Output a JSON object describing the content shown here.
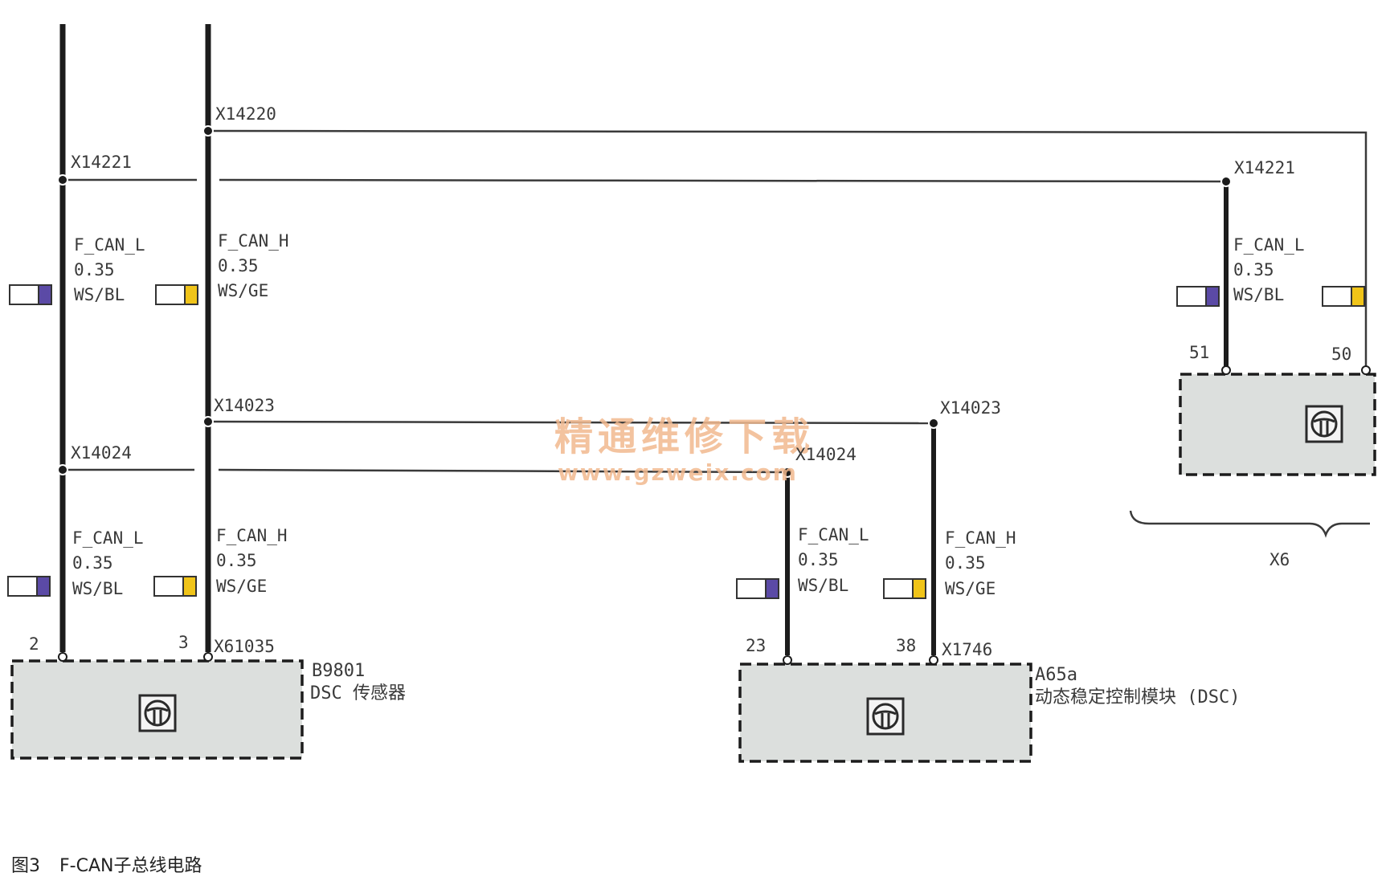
{
  "connectors": {
    "c1": "X14220",
    "c2": "X14221",
    "c3": "X14221",
    "c4": "X14023",
    "c5": "X14024",
    "c6": "X14023",
    "c7": "X14024",
    "c8": "X61035",
    "c9": "X1746",
    "c10": "X6"
  },
  "wires": {
    "w1": {
      "name": "F_CAN_L",
      "size": "0.35",
      "color": "WS/BL"
    },
    "w2": {
      "name": "F_CAN_H",
      "size": "0.35",
      "color": "WS/GE"
    },
    "w3": {
      "name": "F_CAN_L",
      "size": "0.35",
      "color": "WS/BL"
    },
    "w4": {
      "name": "F_CAN_L",
      "size": "0.35",
      "color": "WS/BL"
    },
    "w5": {
      "name": "F_CAN_H",
      "size": "0.35",
      "color": "WS/GE"
    },
    "w6": {
      "name": "F_CAN_L",
      "size": "0.35",
      "color": "WS/BL"
    },
    "w7": {
      "name": "F_CAN_H",
      "size": "0.35",
      "color": "WS/GE"
    }
  },
  "pins": {
    "p1": "2",
    "p2": "3",
    "p3": "23",
    "p4": "38",
    "p5": "51",
    "p6": "50"
  },
  "modules": {
    "dsc_sensor": {
      "code": "B9801",
      "name": "DSC 传感器"
    },
    "dsc_module": {
      "code": "A65a",
      "name": "动态稳定控制模块 (DSC)"
    }
  },
  "watermark": {
    "line1": "精通维修下载",
    "line2": "www.gzweix.com"
  },
  "caption": {
    "fig": "图3",
    "title": "F-CAN子总线电路"
  },
  "colors": {
    "wire": "#1c1c1c",
    "thin_line": "#3a3a3a",
    "module_fill": "#dcdfdd",
    "swatch_white": "#ffffff",
    "swatch_blue": "#5b4aa6",
    "swatch_yellow": "#f0c419",
    "watermark": "#f2b98f"
  },
  "icons": {
    "module": "steering-wheel-icon",
    "swatch_bl": "wire-color-swatch-white-blue",
    "swatch_ge": "wire-color-swatch-white-yellow"
  }
}
